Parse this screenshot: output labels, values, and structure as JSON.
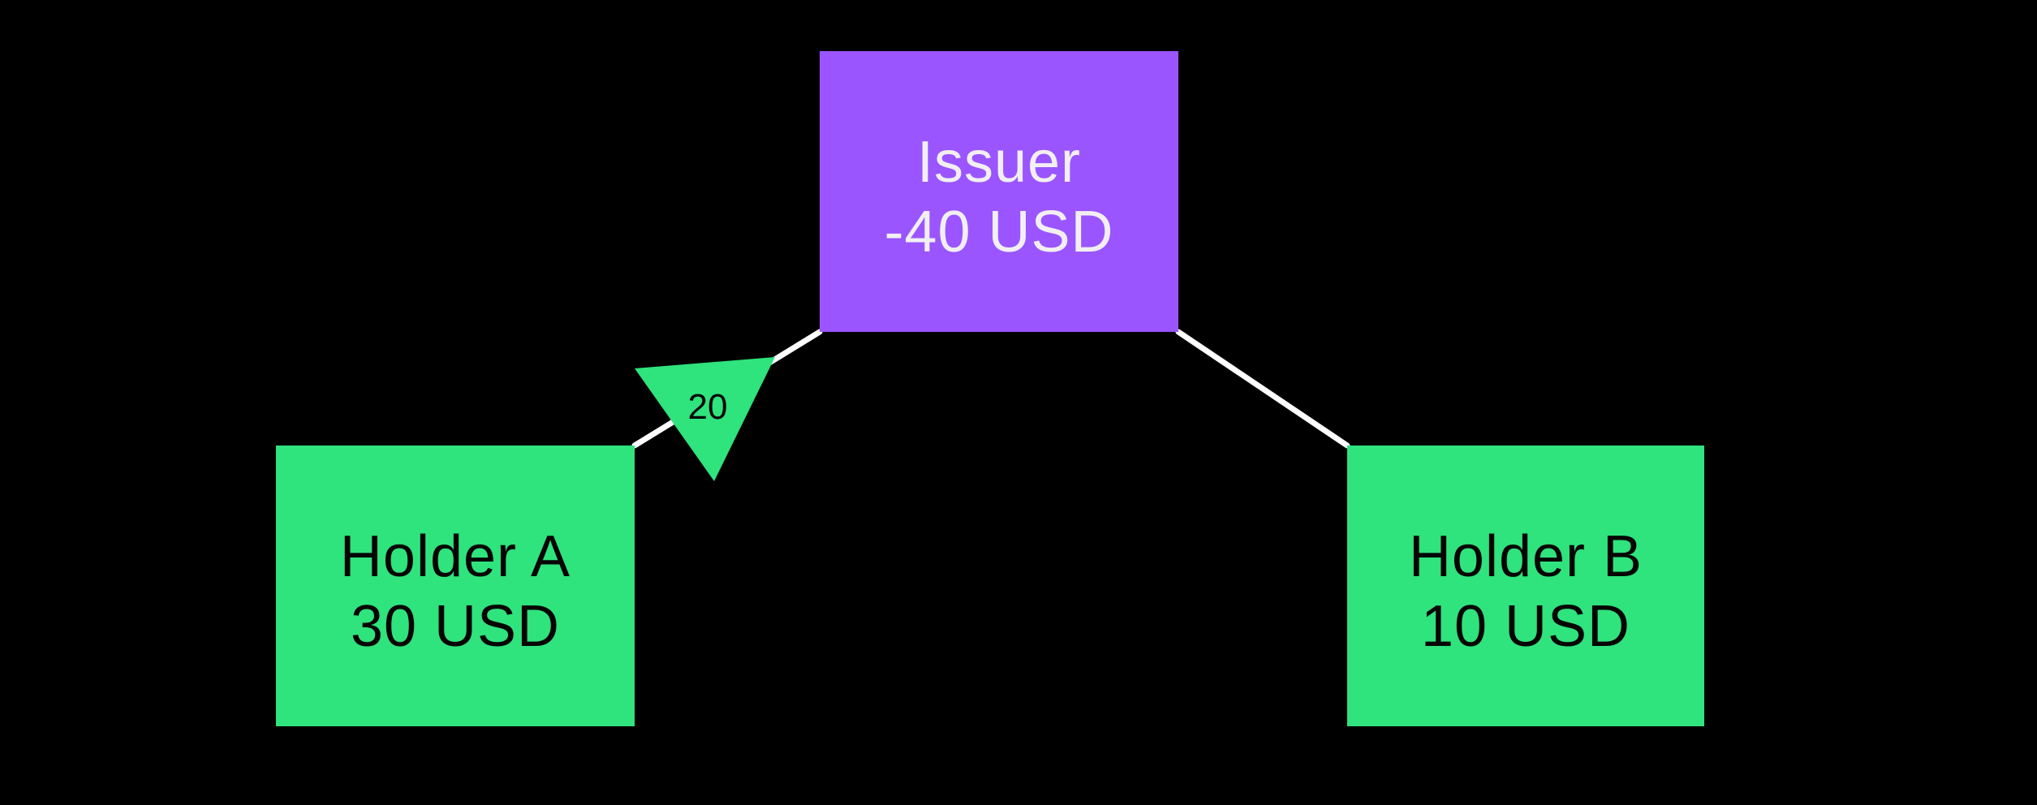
{
  "canvas": {
    "background_color": "#000000"
  },
  "nodes": [
    {
      "id": "issuer",
      "name": "Issuer",
      "balance": "-40 USD",
      "fill_color": "#9A55FF",
      "text_color": "#F2EFF2"
    },
    {
      "id": "holder-a",
      "name": "Holder A",
      "balance": "30 USD",
      "fill_color": "#2FE37D",
      "text_color": "#050505"
    },
    {
      "id": "holder-b",
      "name": "Holder B",
      "balance": "10 USD",
      "fill_color": "#2FE37D",
      "text_color": "#050505"
    }
  ],
  "edges": [
    {
      "id": "issuer-to-holder-a",
      "from": "Issuer",
      "to": "Holder A",
      "label": "20",
      "line_color": "#FFFFFF",
      "arrowhead_color": "#2FE37D",
      "label_color": "#050505"
    },
    {
      "id": "issuer-to-holder-b",
      "from": "Issuer",
      "to": "Holder B",
      "label": "",
      "line_color": "#FFFFFF"
    }
  ]
}
